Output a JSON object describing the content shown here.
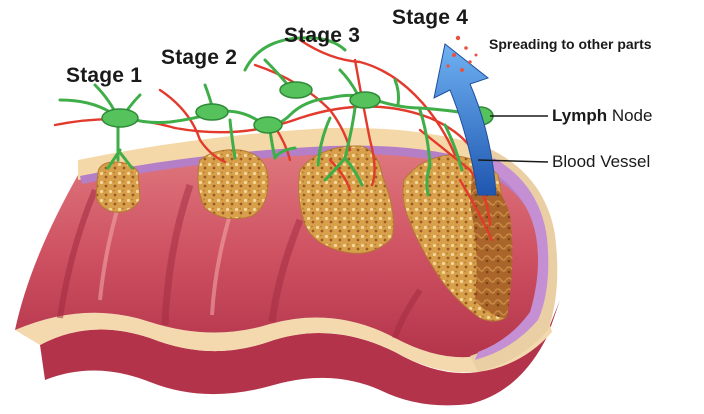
{
  "diagram": {
    "stage_labels": [
      "Stage 1",
      "Stage 2",
      "Stage 3",
      "Stage 4"
    ],
    "spread_label": "Spreading to other parts",
    "lymph_node_label": {
      "bold": "Lymph",
      "rest": " Node"
    },
    "blood_vessel_label": "Blood Vessel"
  },
  "colors": {
    "tissue_outer": "#b83a4f",
    "tissue_mid": "#d9606c",
    "tissue_inner": "#e98d90",
    "mucosa_cream": "#f6ddb5",
    "muscle_purple": "#b47fc6",
    "tumor": "#d59a3e",
    "tumor_dark": "#9a5a21",
    "lymph_vessel": "#3fae49",
    "lymph_node": "#55c25c",
    "blood_vessel": "#e23a2c",
    "arrow_blue": "#2f72cf",
    "label_text": "#1a1a1a"
  }
}
